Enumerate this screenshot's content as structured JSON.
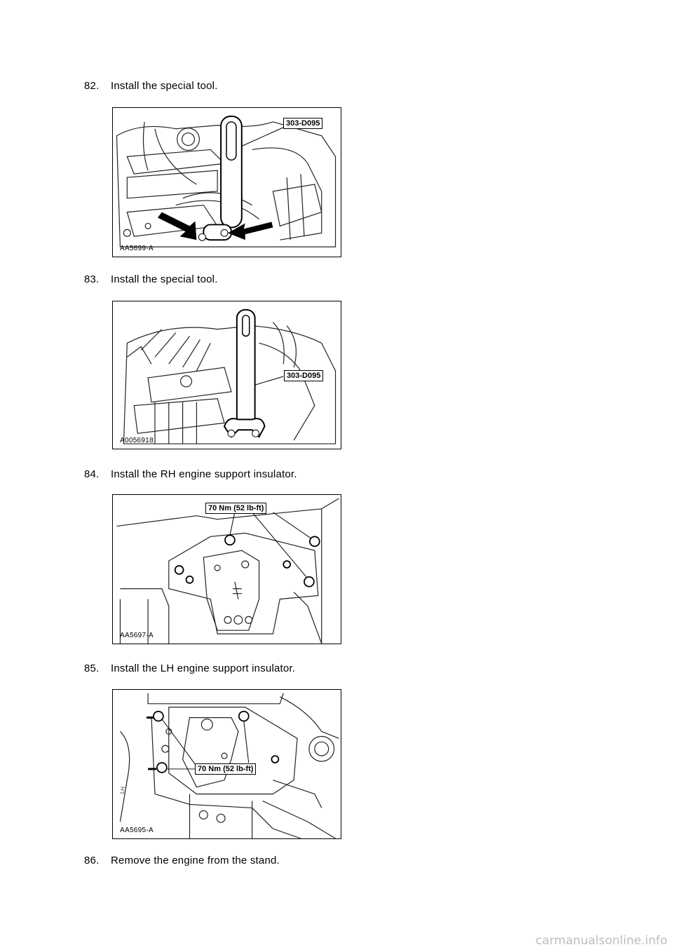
{
  "steps": [
    {
      "num": "82.",
      "text": "Install the special tool.",
      "figure_id": "AA5699-A",
      "callout": "303-D095"
    },
    {
      "num": "83.",
      "text": "Install the special tool.",
      "figure_id": "A0056918",
      "callout": "303-D095"
    },
    {
      "num": "84.",
      "text": "Install the RH engine support insulator.",
      "figure_id": "AA5697-A",
      "callout": "70 Nm (52 lb-ft)"
    },
    {
      "num": "85.",
      "text": "Install the LH engine support insulator.",
      "figure_id": "AA5695-A",
      "callout": "70 Nm (52 lb-ft)"
    },
    {
      "num": "86.",
      "text": "Remove the engine from the stand."
    }
  ],
  "footer": "carmanualsonline.info"
}
